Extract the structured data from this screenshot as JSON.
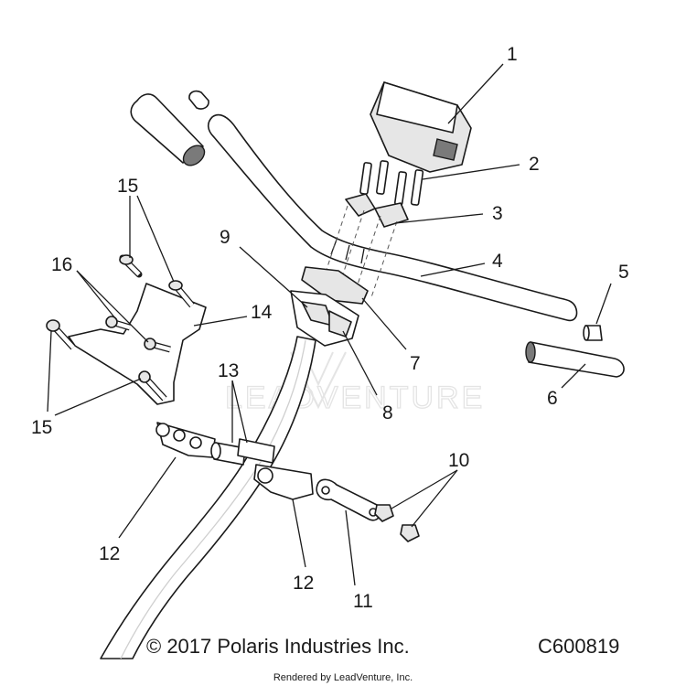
{
  "diagram": {
    "callouts": [
      {
        "id": "1",
        "label": "1"
      },
      {
        "id": "2",
        "label": "2"
      },
      {
        "id": "3",
        "label": "3"
      },
      {
        "id": "4",
        "label": "4"
      },
      {
        "id": "5",
        "label": "5"
      },
      {
        "id": "6",
        "label": "6"
      },
      {
        "id": "7",
        "label": "7"
      },
      {
        "id": "8",
        "label": "8"
      },
      {
        "id": "9",
        "label": "9"
      },
      {
        "id": "10",
        "label": "10"
      },
      {
        "id": "11",
        "label": "11"
      },
      {
        "id": "12a",
        "label": "12"
      },
      {
        "id": "12b",
        "label": "12"
      },
      {
        "id": "13",
        "label": "13"
      },
      {
        "id": "14",
        "label": "14"
      },
      {
        "id": "15a",
        "label": "15"
      },
      {
        "id": "15b",
        "label": "15"
      },
      {
        "id": "16",
        "label": "16"
      }
    ],
    "watermark": "LEADVENTURE",
    "footer": {
      "copyright": "© 2017 Polaris Industries Inc.",
      "code": "C600819",
      "rendered_by": "Rendered by LeadVenture, Inc."
    }
  }
}
